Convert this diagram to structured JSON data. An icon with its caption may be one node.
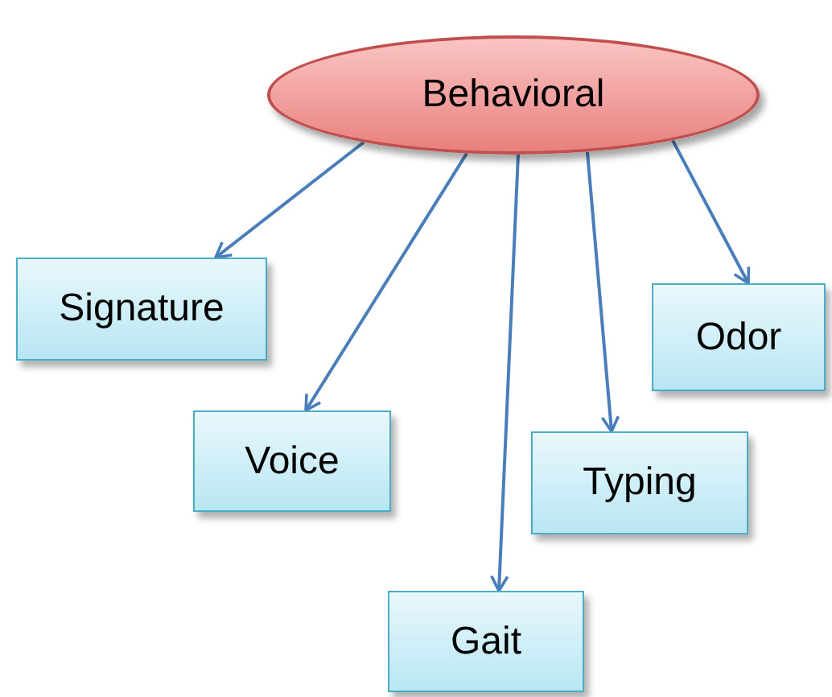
{
  "diagram": {
    "nodes": [
      {
        "text": [
          "Behavioral"
        ]
      },
      {
        "text": [
          "Signature"
        ]
      },
      {
        "text": [
          "Voice"
        ]
      },
      {
        "text": [
          "Gait"
        ]
      },
      {
        "text": [
          "Typing"
        ]
      },
      {
        "text": [
          "Odor"
        ]
      }
    ],
    "edges": [
      {
        "from": 0,
        "to": 1,
        "arrow": "to"
      },
      {
        "from": 0,
        "to": 2,
        "arrow": "to"
      },
      {
        "from": 0,
        "to": 3,
        "arrow": "to"
      },
      {
        "from": 0,
        "to": 4,
        "arrow": "to"
      },
      {
        "from": 0,
        "to": 5,
        "arrow": "to"
      }
    ]
  }
}
